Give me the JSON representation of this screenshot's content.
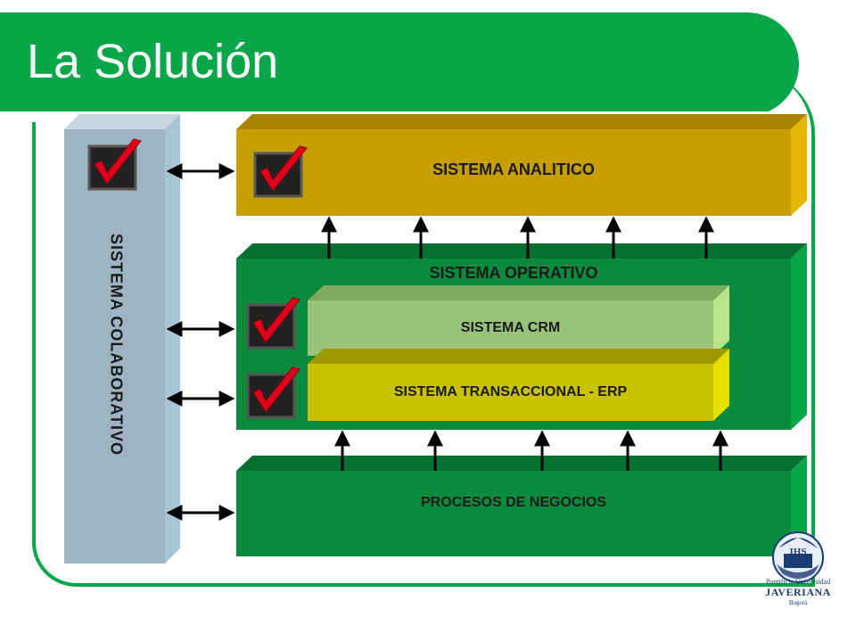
{
  "slide": {
    "title": "La Solución"
  },
  "diagram": {
    "colaborativo_label": "SISTEMA COLABORATIVO",
    "analitico_label": "SISTEMA ANALITICO",
    "operativo_label": "SISTEMA OPERATIVO",
    "crm_label": "SISTEMA CRM",
    "transaccional_label": "SISTEMA TRANSACCIONAL - ERP",
    "procesos_label": "PROCESOS DE NEGOCIOS",
    "colors": {
      "title_green": "#0aa64a",
      "analitico_gold": "#c79e00",
      "operativo_green": "#0a8a3c",
      "crm_light_green": "#99c27a",
      "erp_yellow_green": "#c8c200",
      "colaborativo_grey_blue": "#9fb4c2",
      "check_red": "#e0001b"
    },
    "icons": [
      "check-icon",
      "double-arrow-icon",
      "up-arrow-icon"
    ]
  },
  "logo": {
    "line1": "Pontificia Universidad",
    "line2": "JAVERIANA",
    "line3": "Bogotá",
    "seal_text": "IHS"
  }
}
